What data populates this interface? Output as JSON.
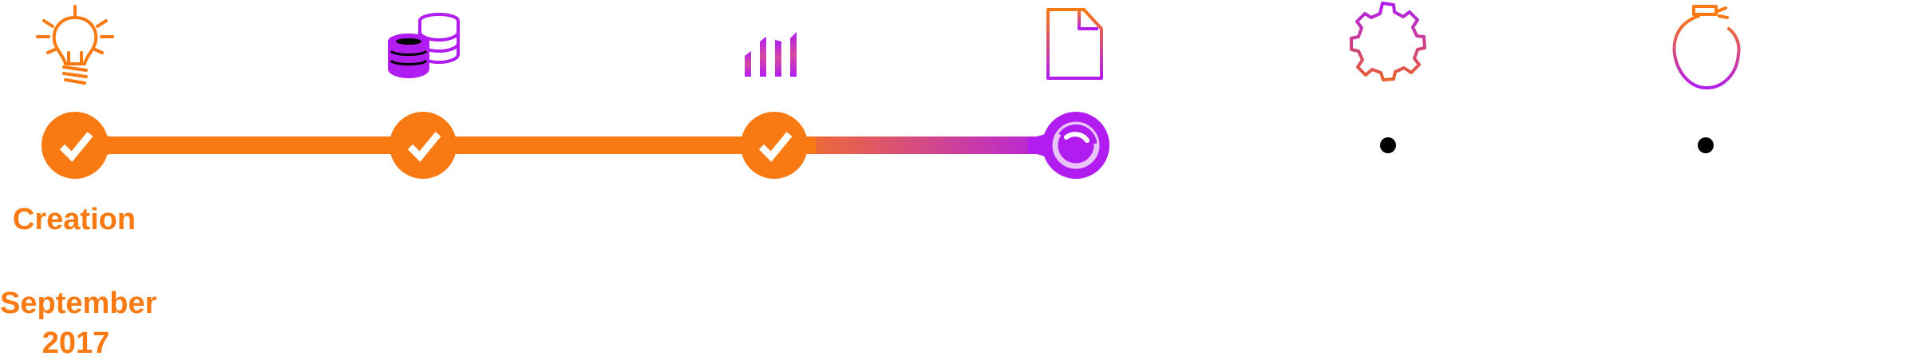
{
  "colors": {
    "orange": "#f97a12",
    "purple": "#b11cf0",
    "white": "#ffffff",
    "black": "#000000"
  },
  "steps": [
    {
      "icon": "lightbulb-icon",
      "state": "completed",
      "status_icon": "checkmark-icon"
    },
    {
      "icon": "coins-stack-icon",
      "state": "completed",
      "status_icon": "checkmark-icon"
    },
    {
      "icon": "bar-chart-icon",
      "state": "completed",
      "status_icon": "checkmark-icon"
    },
    {
      "icon": "document-icon",
      "state": "in-progress",
      "status_icon": "loading-spinner-icon"
    },
    {
      "icon": "gear-icon",
      "state": "pending",
      "status_icon": "dot"
    },
    {
      "icon": "money-bag-icon",
      "state": "pending",
      "status_icon": "dot"
    }
  ],
  "active_step": {
    "title": "Creation",
    "date": "September 2017"
  }
}
